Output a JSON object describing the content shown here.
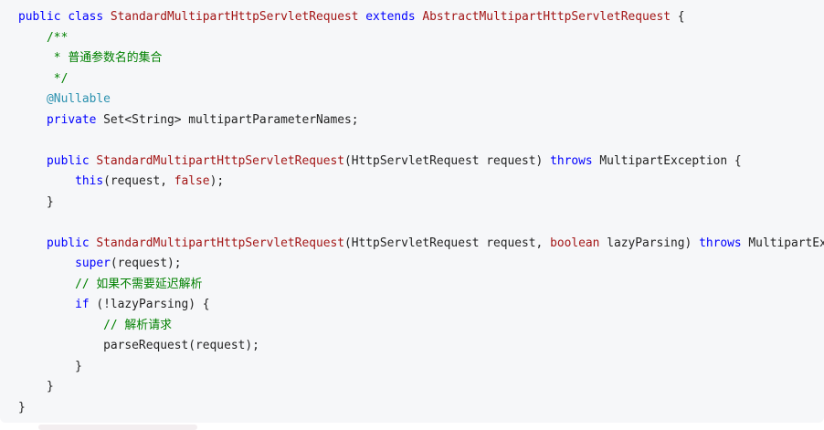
{
  "code_block": {
    "language": "java",
    "colors": {
      "keyword": "#0000ff",
      "class_name": "#a31515",
      "comment": "#008000",
      "annotation": "#2b91af",
      "plain": "#222222"
    },
    "lines": [
      [
        [
          "kw",
          "public class "
        ],
        [
          "cls",
          "StandardMultipartHttpServletRequest "
        ],
        [
          "kw",
          "extends "
        ],
        [
          "cls",
          "AbstractMultipartHttpServletRequest"
        ],
        [
          "pl",
          " {"
        ]
      ],
      [
        [
          "cm",
          "    /**"
        ]
      ],
      [
        [
          "cm",
          "     * 普通参数名的集合"
        ]
      ],
      [
        [
          "cm",
          "     */"
        ]
      ],
      [
        [
          "an",
          "    @Nullable"
        ]
      ],
      [
        [
          "kw",
          "    private "
        ],
        [
          "pl",
          "Set<String> multipartParameterNames;"
        ]
      ],
      [],
      [
        [
          "kw",
          "    public "
        ],
        [
          "cls",
          "StandardMultipartHttpServletRequest"
        ],
        [
          "pl",
          "(HttpServletRequest request) "
        ],
        [
          "kw",
          "throws "
        ],
        [
          "pl",
          "MultipartException {"
        ]
      ],
      [
        [
          "kw",
          "        this"
        ],
        [
          "pl",
          "(request, "
        ],
        [
          "cls",
          "false"
        ],
        [
          "pl",
          ");"
        ]
      ],
      [
        [
          "pl",
          "    }"
        ]
      ],
      [],
      [
        [
          "kw",
          "    public "
        ],
        [
          "cls",
          "StandardMultipartHttpServletRequest"
        ],
        [
          "pl",
          "(HttpServletRequest request, "
        ],
        [
          "cls",
          "boolean "
        ],
        [
          "pl",
          "lazyParsing) "
        ],
        [
          "kw",
          "throws "
        ],
        [
          "pl",
          "MultipartException {"
        ]
      ],
      [
        [
          "kw",
          "        super"
        ],
        [
          "pl",
          "(request);"
        ]
      ],
      [
        [
          "cm",
          "        // 如果不需要延迟解析"
        ]
      ],
      [
        [
          "kw",
          "        if "
        ],
        [
          "pl",
          "(!lazyParsing) {"
        ]
      ],
      [
        [
          "cm",
          "            // 解析请求"
        ]
      ],
      [
        [
          "pl",
          "            parseRequest(request);"
        ]
      ],
      [
        [
          "pl",
          "        }"
        ]
      ],
      [
        [
          "pl",
          "    }"
        ]
      ],
      [
        [
          "pl",
          "}"
        ]
      ]
    ]
  }
}
